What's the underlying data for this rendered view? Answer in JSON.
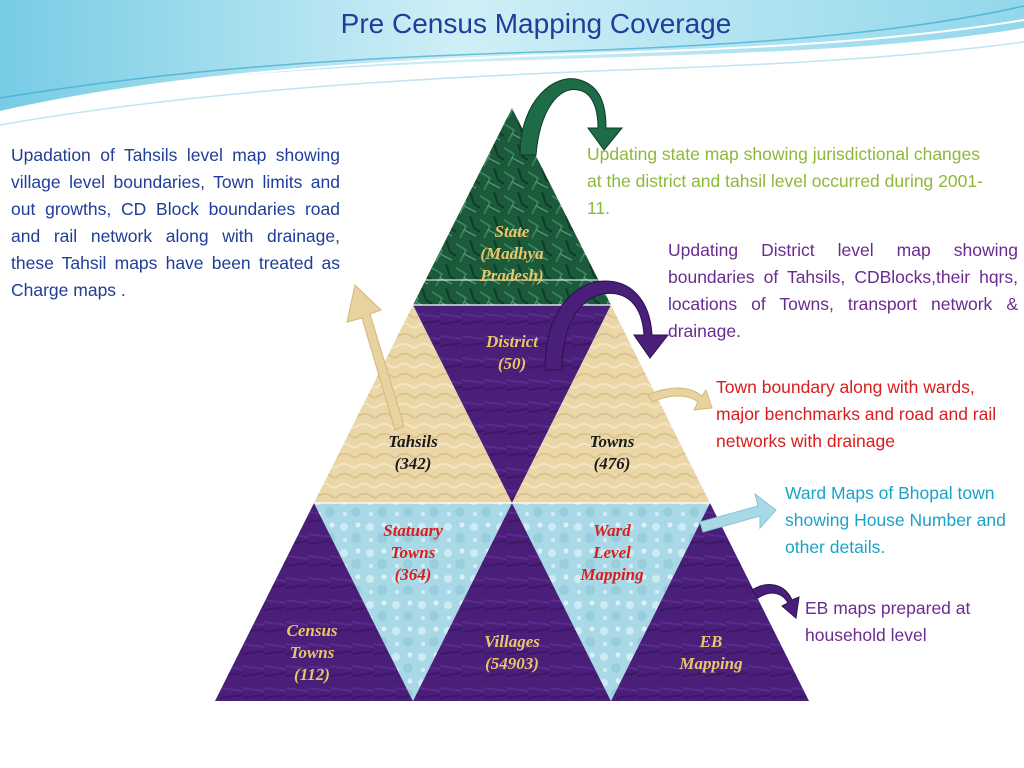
{
  "title": "Pre Census Mapping Coverage",
  "colors": {
    "title": "#1f3d99",
    "state_green": "#1b5a3a",
    "purple": "#4a1f7a",
    "tan": "#e8d2a0",
    "water_blue": "#a9d9e6",
    "note_blue": "#1f3d99",
    "note_green": "#8db83a",
    "note_purple": "#6a2c91",
    "note_red": "#d81e1e",
    "note_cyan": "#1aa3c9"
  },
  "pyramid": {
    "state": {
      "line1": "State",
      "line2": "(Madhya",
      "line3": "Pradesh)"
    },
    "district": {
      "line1": "District",
      "line2": "(50)"
    },
    "tahsils": {
      "line1": "Tahsils",
      "line2": "(342)"
    },
    "towns": {
      "line1": "Towns",
      "line2": "(476)"
    },
    "statuary_towns": {
      "line1": "Statuary",
      "line2": "Towns",
      "line3": "(364)"
    },
    "ward_level": {
      "line1": "Ward",
      "line2": "Level",
      "line3": "Mapping"
    },
    "census_towns": {
      "line1": "Census",
      "line2": "Towns",
      "line3": "(112)"
    },
    "villages": {
      "line1": "Villages",
      "line2": "(54903)"
    },
    "eb_mapping": {
      "line1": "EB",
      "line2": "Mapping"
    }
  },
  "notes": {
    "tahsil": "Upadation of Tahsils level map showing village level boundaries, Town limits and out growths, CD Block boundaries road and rail network along with drainage, these Tahsil maps have been treated as Charge maps .",
    "state": "Updating state map showing jurisdictional changes at the district and tahsil level occurred during 2001-11.",
    "district": "Updating District level map showing boundaries of Tahsils, CDBlocks,their hqrs, locations of Towns, transport network & drainage.",
    "town": "Town boundary along with wards, major benchmarks and road and rail networks with drainage",
    "ward": "Ward Maps of Bhopal town showing House Number and other details.",
    "eb": "EB maps prepared  at household level"
  }
}
